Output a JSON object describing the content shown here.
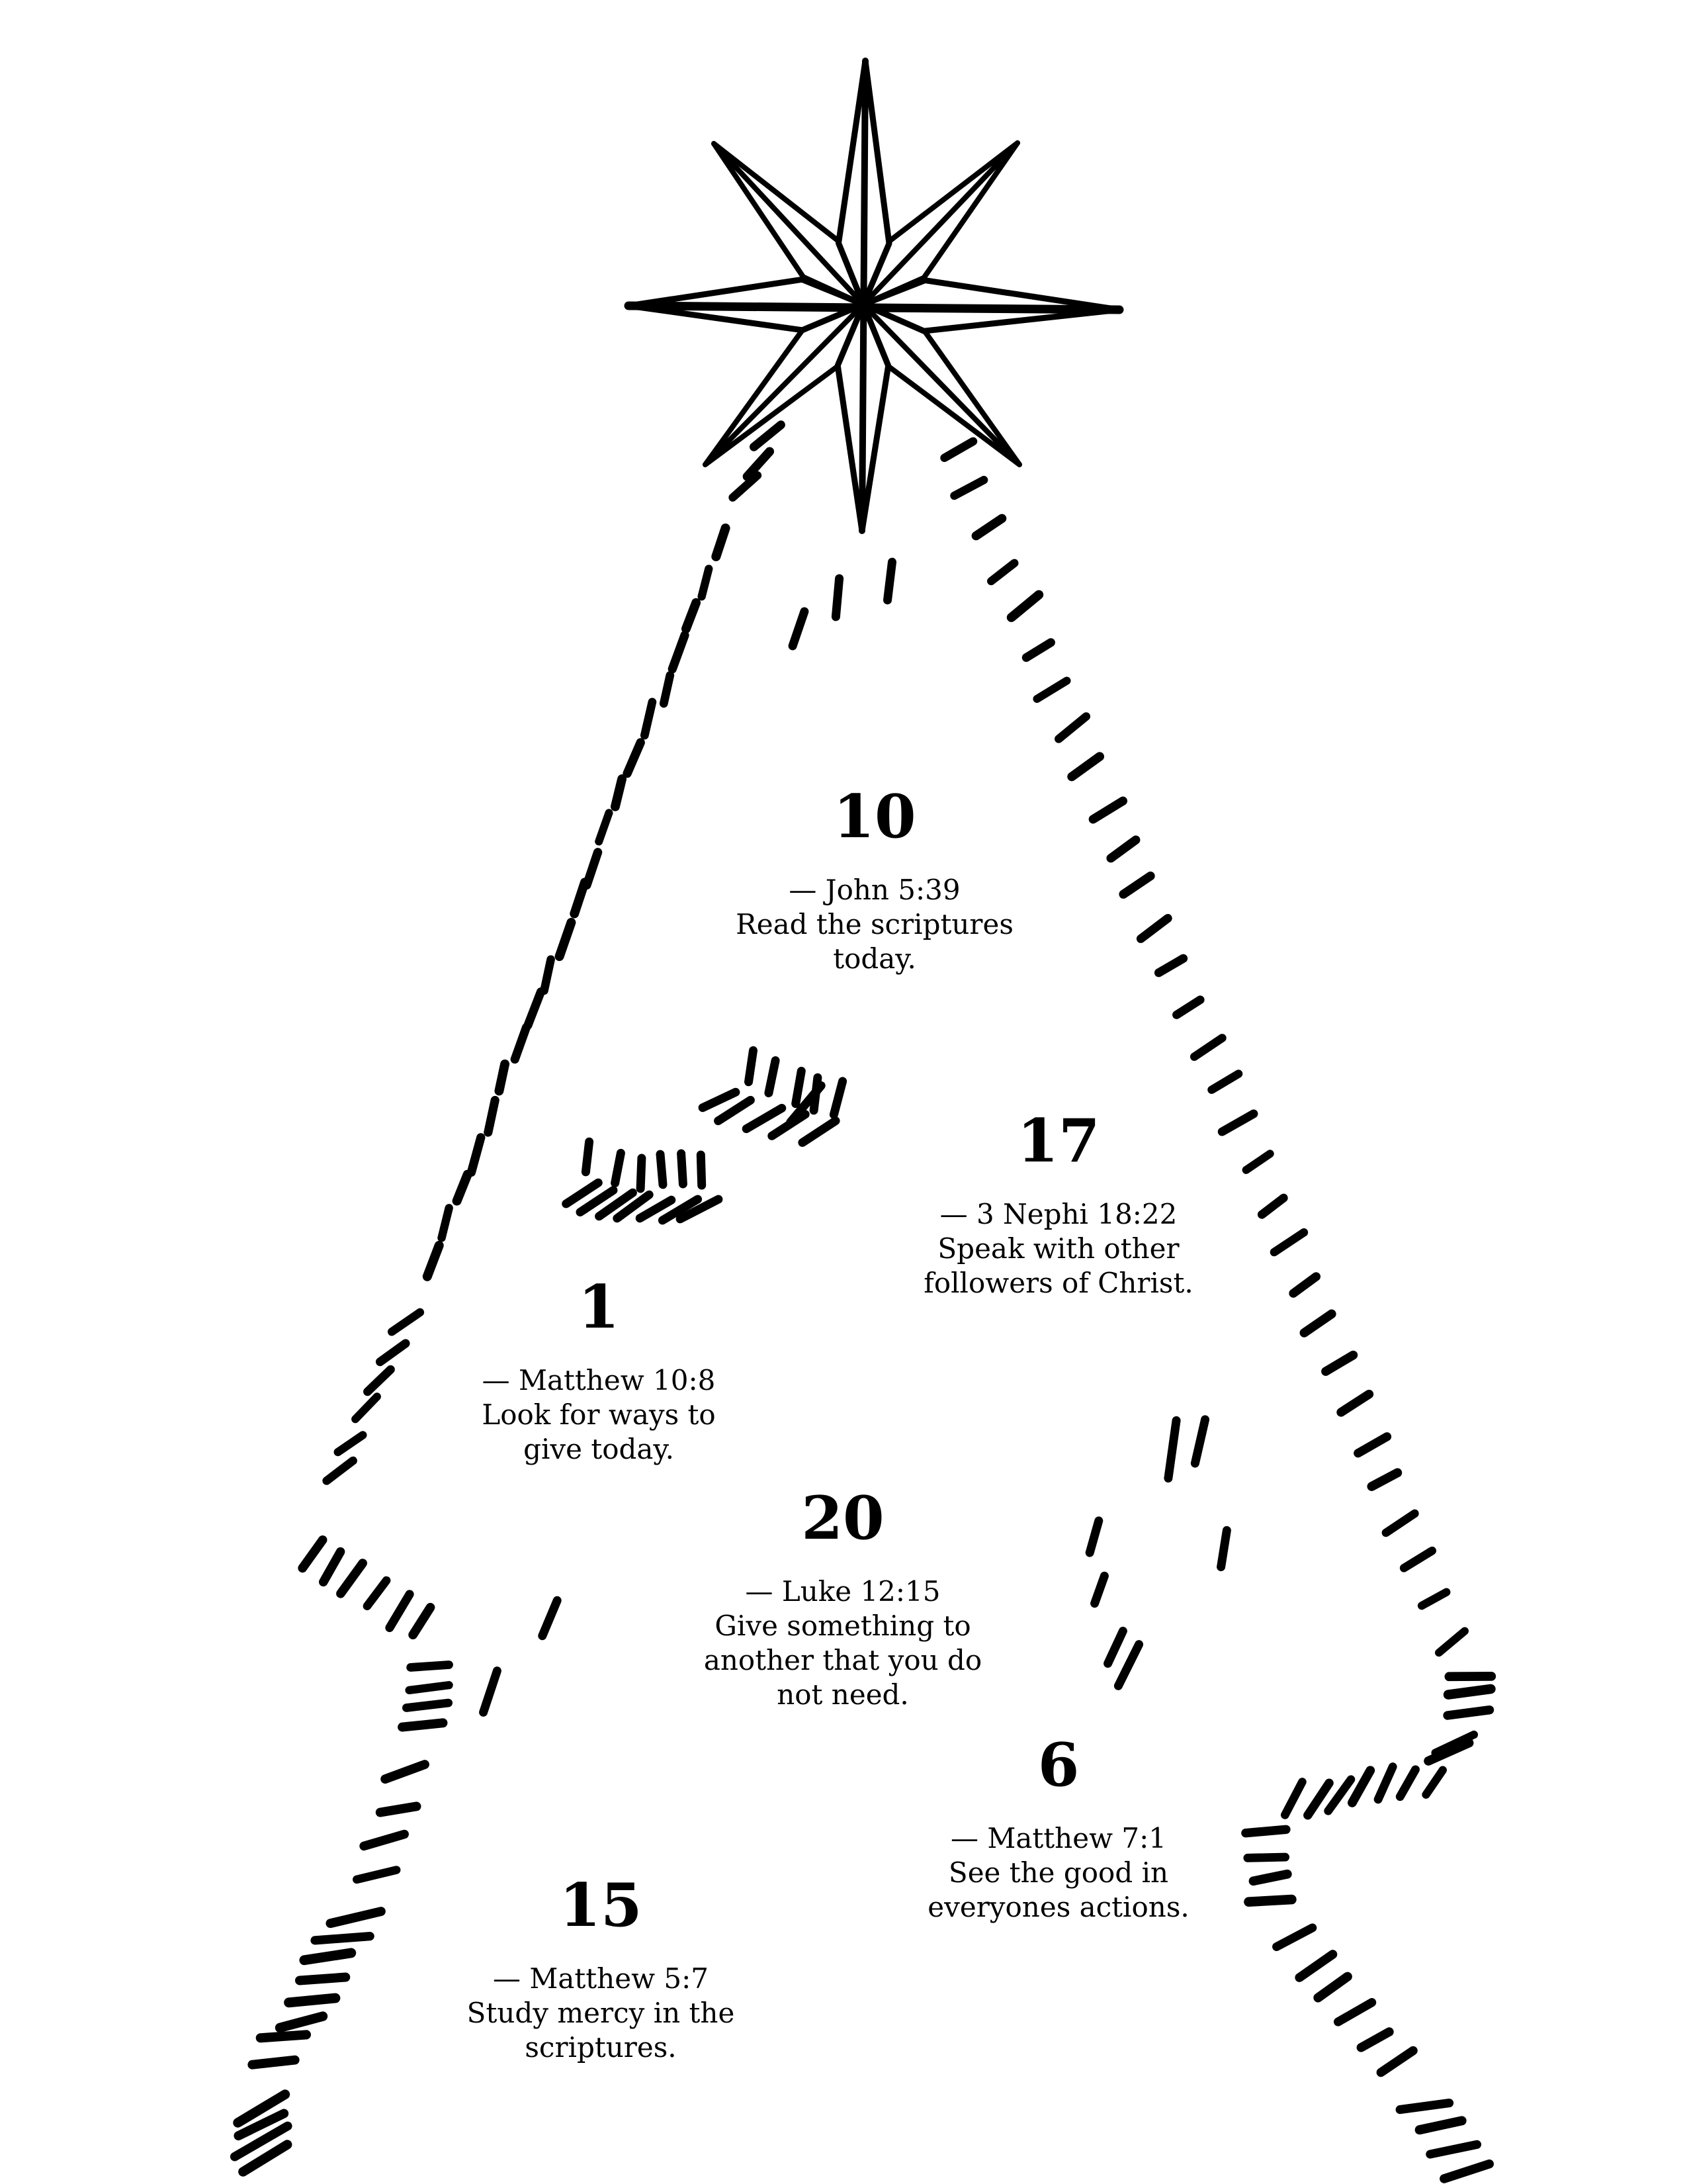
{
  "page": {
    "background": "#ffffff",
    "ink": "#000000"
  },
  "icons": {
    "star": "eight-point-compass-star-icon",
    "outline": "stitch-dash-tree-outline"
  },
  "advent_items": [
    {
      "day": "10",
      "text": "— John 5:39\nRead the scriptures\ntoday."
    },
    {
      "day": "17",
      "text": "— 3 Nephi 18:22\nSpeak with other\nfollowers of Christ."
    },
    {
      "day": "1",
      "text": "— Matthew 10:8\nLook for ways to\ngive today."
    },
    {
      "day": "20",
      "text": "— Luke 12:15\nGive something to\nanother that you do\nnot need."
    },
    {
      "day": "6",
      "text": "— Matthew 7:1\nSee the good in\neveryones actions."
    },
    {
      "day": "15",
      "text": "— Matthew 5:7\nStudy mercy in the\nscriptures."
    }
  ]
}
